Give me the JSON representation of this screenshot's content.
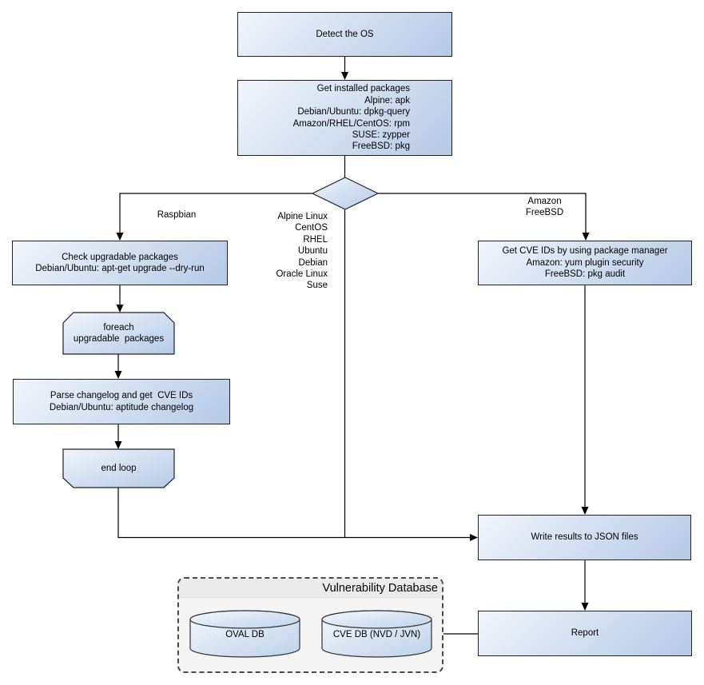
{
  "colors": {
    "node_grad_start": "#f1f5fb",
    "node_grad_end": "#b5c9e6",
    "node_border": "#222222",
    "frame_bg": "#f4f4f4",
    "frame_titlebar_bg": "#ebebeb",
    "line_color": "#000000"
  },
  "nodes": {
    "detect_os": {
      "lines": [
        "Detect the OS"
      ]
    },
    "get_installed_packages": {
      "lines": [
        "Get installed packages",
        "Alpine: apk",
        "Debian/Ubuntu: dpkg-query",
        "Amazon/RHEL/CentOS: rpm",
        "SUSE: zypper",
        "FreeBSD: pkg"
      ]
    },
    "check_upgradable_packages": {
      "lines": [
        "Check upgradable packages",
        "Debian/Ubuntu: apt-get upgrade --dry-run"
      ]
    },
    "foreach_loop_begin": {
      "lines": [
        "foreach",
        "upgradable  packages"
      ]
    },
    "parse_changelog": {
      "lines": [
        "Parse changelog and get  CVE IDs",
        "Debian/Ubuntu: aptitude changelog"
      ]
    },
    "end_loop": {
      "lines": [
        "end loop"
      ]
    },
    "get_cve_ids": {
      "lines": [
        "Get CVE IDs by using package manager",
        "Amazon: yum plugin security",
        "FreeBSD: pkg audit"
      ]
    },
    "write_results": {
      "lines": [
        "Write results to JSON files"
      ]
    },
    "report": {
      "lines": [
        "Report"
      ]
    }
  },
  "edge_labels": {
    "raspbian": "Raspbian",
    "os_list": [
      "Alpine Linux",
      "CentOS",
      "RHEL",
      "Ubuntu",
      "Debian",
      "Oracle Linux",
      "Suse"
    ],
    "amazon_freebsd": [
      "Amazon",
      "FreeBSD"
    ]
  },
  "database": {
    "title": "Vulnerability Database",
    "cylinders": [
      {
        "label": "OVAL DB"
      },
      {
        "label": "CVE DB (NVD / JVN)"
      }
    ]
  }
}
